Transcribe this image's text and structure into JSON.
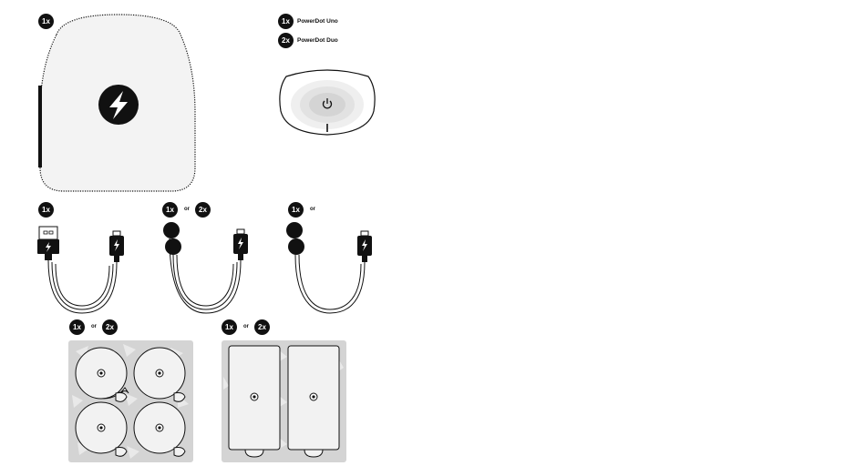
{
  "case": {
    "qty": "1x"
  },
  "devices": [
    {
      "qty": "1x",
      "name": "PowerDot Uno"
    },
    {
      "qty": "2x",
      "name": "PowerDot Duo"
    }
  ],
  "cables": {
    "usb_cable": {
      "qty": "1x"
    },
    "dual_lead": {
      "qty_a": "1x",
      "or": "or",
      "qty_b": "2x"
    },
    "single_lead": {
      "qty": "1x",
      "or": "or"
    }
  },
  "pads": {
    "round_pads": {
      "qty_a": "1x",
      "or": "or",
      "qty_b": "2x"
    },
    "rect_pads": {
      "qty_a": "1x",
      "or": "or",
      "qty_b": "2x"
    }
  },
  "colors": {
    "ink": "#111111",
    "pad_bg": "#d4d4d4",
    "case_fill": "#f3f3f3"
  }
}
